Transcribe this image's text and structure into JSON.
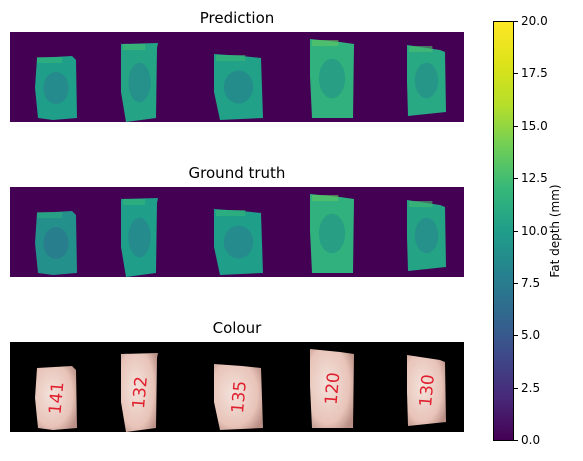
{
  "chart_data": [
    {
      "type": "heatmap",
      "title": "Prediction",
      "xlabel": "",
      "ylabel": "",
      "grid": false,
      "background_value": 0.0,
      "samples": [
        {
          "mean_fat_depth": 10.0
        },
        {
          "mean_fat_depth": 10.5
        },
        {
          "mean_fat_depth": 10.2
        },
        {
          "mean_fat_depth": 11.5
        },
        {
          "mean_fat_depth": 10.8
        }
      ]
    },
    {
      "type": "heatmap",
      "title": "Ground truth",
      "xlabel": "",
      "ylabel": "",
      "grid": false,
      "background_value": 0.0,
      "samples": [
        {
          "mean_fat_depth": 9.0
        },
        {
          "mean_fat_depth": 10.0
        },
        {
          "mean_fat_depth": 10.0
        },
        {
          "mean_fat_depth": 11.5
        },
        {
          "mean_fat_depth": 10.5
        }
      ]
    },
    {
      "type": "image",
      "title": "Colour",
      "background_color": "#000000",
      "samples": [
        {
          "label": "141"
        },
        {
          "label": "132"
        },
        {
          "label": "135"
        },
        {
          "label": "120"
        },
        {
          "label": "130"
        }
      ]
    }
  ],
  "colorbar": {
    "label": "Fat depth (mm)",
    "colormap": "viridis",
    "vmin": 0.0,
    "vmax": 20.0,
    "ticks": [
      "0.0",
      "2.5",
      "5.0",
      "7.5",
      "10.0",
      "12.5",
      "15.0",
      "17.5",
      "20.0"
    ]
  },
  "colors": {
    "viridis": [
      "#440154",
      "#482878",
      "#3e4989",
      "#31688e",
      "#26828e",
      "#1f9e89",
      "#35b779",
      "#6ece58",
      "#b5de2b",
      "#dde318",
      "#fde725"
    ],
    "meat_light": "#f3e3dc",
    "meat_mid": "#e8c3b8",
    "meat_shadow": "#b98f86",
    "ink_red": "#e0202e"
  }
}
